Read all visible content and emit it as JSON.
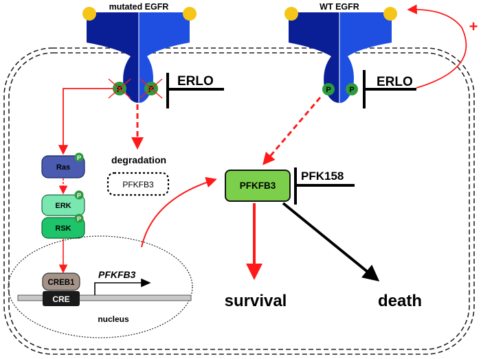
{
  "receptors": {
    "mutated_label": "mutated EGFR",
    "wt_label": "WT EGFR"
  },
  "phospho_label": "P",
  "inhibitors": {
    "erlo_mutated": "ERLO",
    "erlo_wt": "ERLO",
    "pfk158": "PFK158"
  },
  "feedback_sign": "+",
  "degradation": {
    "label": "degradation",
    "protein": "PFKFB3"
  },
  "cascade": {
    "ras": "Ras",
    "erk": "ERK",
    "rsk": "RSK"
  },
  "nucleus": {
    "label": "nucleus",
    "creb": "CREB1",
    "cre": "CRE",
    "gene": "PFKFB3"
  },
  "pfkfb3_label": "PFKFB3",
  "outcomes": {
    "survival": "survival",
    "death": "death"
  },
  "colors": {
    "receptor_dark": "#0a1f96",
    "receptor_light": "#1f4fe0",
    "ligand": "#f5c518",
    "phospho": "#2e9a3e",
    "arrow_red": "#ff1a1a",
    "pfkfb3_fill": "#7bcf4a",
    "ras": "#4a5bb0",
    "erk": "#7ae7b0",
    "rsk": "#1ec46a",
    "creb": "#a39389"
  }
}
